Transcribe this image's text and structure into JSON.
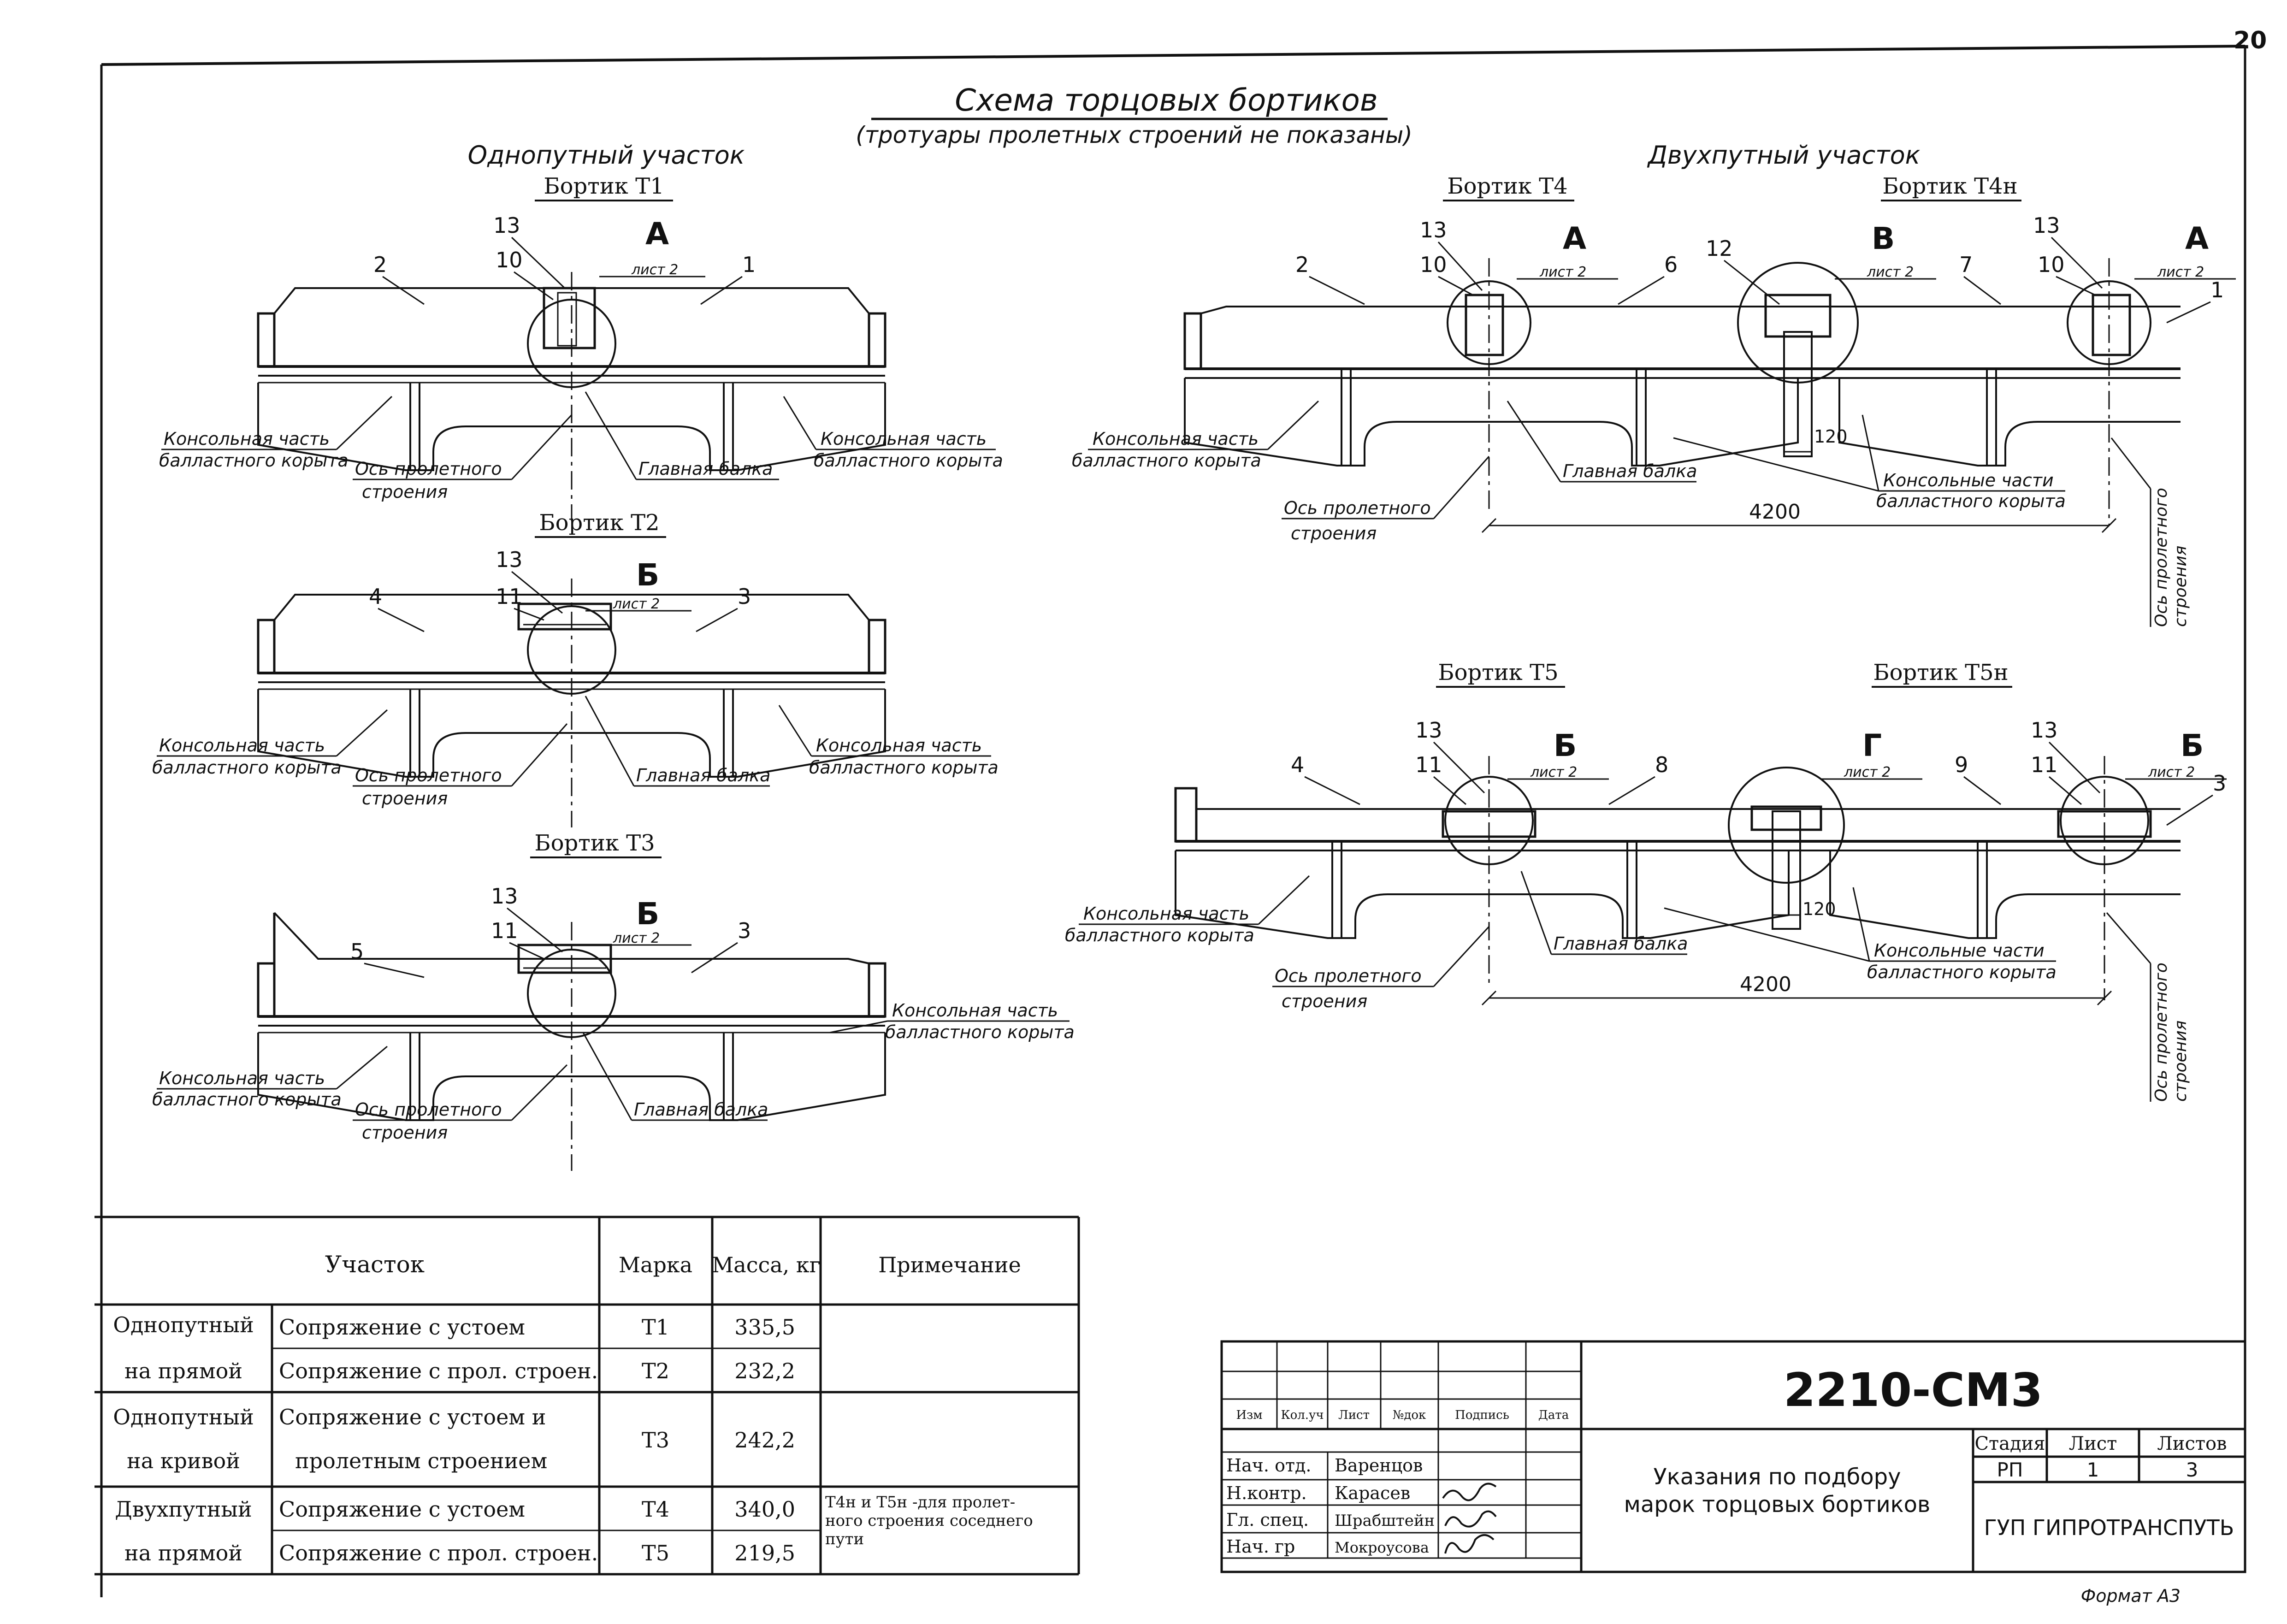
{
  "sheet_no": "20",
  "title": "Схема торцовых бортиков",
  "subtitle": "(тротуары пролетных строений не показаны)",
  "single_track_title": "Однопутный участок",
  "double_track_title": "Двухпутный участок",
  "labels": {
    "cantilever": "Консольная часть",
    "ballast": "балластного корыта",
    "cantilevers": "Консольные части",
    "axis1": "Ось пролетного",
    "axis2": "строения",
    "main_beam": "Главная балка",
    "sheet_ref": "лист 2",
    "dim_4200": "4200",
    "dim_120": "120"
  },
  "panels": [
    {
      "id": "T1",
      "title": "Бортик Т1",
      "callout": "А",
      "nums": [
        "2",
        "13",
        "10",
        "1"
      ]
    },
    {
      "id": "T2",
      "title": "Бортик Т2",
      "callout": "Б",
      "nums": [
        "4",
        "13",
        "11",
        "3"
      ]
    },
    {
      "id": "T3",
      "title": "Бортик Т3",
      "callout": "Б",
      "nums": [
        "5",
        "13",
        "11",
        "3"
      ]
    },
    {
      "id": "T4",
      "title": "Бортик Т4",
      "title2": "Бортик Т4н",
      "callouts": [
        "А",
        "В",
        "А"
      ],
      "nums": [
        "2",
        "13",
        "10",
        "6",
        "12",
        "7",
        "13",
        "10",
        "1"
      ]
    },
    {
      "id": "T5",
      "title": "Бортик Т5",
      "title2": "Бортик Т5н",
      "callouts": [
        "Б",
        "Г",
        "Б"
      ],
      "nums": [
        "4",
        "13",
        "11",
        "8",
        "9",
        "13",
        "11",
        "3"
      ]
    }
  ],
  "table": {
    "headers": [
      "Участок",
      "Марка",
      "Масса, кг",
      "Примечание"
    ],
    "rows": [
      {
        "group": "Однопутный",
        "desc": "Сопряжение с устоем",
        "mark": "Т1",
        "mass": "335,5"
      },
      {
        "group": "на прямой",
        "desc": "Сопряжение с прол. строен.",
        "mark": "Т2",
        "mass": "232,2"
      },
      {
        "group": "Однопутный",
        "desc": "Сопряжение с устоем и",
        "mark": "Т3",
        "mass": "242,2"
      },
      {
        "group": "на кривой",
        "desc": "пролетным строением",
        "mark": "",
        "mass": ""
      },
      {
        "group": "Двухпутный",
        "desc": "Сопряжение с устоем",
        "mark": "Т4",
        "mass": "340,0"
      },
      {
        "group": "на прямой",
        "desc": "Сопряжение с прол. строен.",
        "mark": "Т5",
        "mass": "219,5"
      }
    ],
    "note": [
      "Т4н и Т5н -для пролет-",
      "ного строения соседнего",
      "пути"
    ]
  },
  "stamp": {
    "code": "2210-СМ3",
    "cols": [
      "Изм",
      "Кол.уч",
      "Лист",
      "№док",
      "Подпись",
      "Дата"
    ],
    "roles": [
      {
        "role": "Нач. отд.",
        "name": "Варенцов"
      },
      {
        "role": "Н.контр.",
        "name": "Карасев"
      },
      {
        "role": "Гл. спец.",
        "name": "Шрабштейн"
      },
      {
        "role": "Нач. гр",
        "name": "Мокроусова"
      }
    ],
    "desc": [
      "Указания по подбору",
      "марок торцовых бортиков"
    ],
    "stage_h": "Стадия",
    "sheet_h": "Лист",
    "sheets_h": "Листов",
    "stage": "РП",
    "sheet": "1",
    "sheets": "3",
    "org": "ГУП ГИПРОТРАНСПУТЬ"
  },
  "format": "Формат А3"
}
